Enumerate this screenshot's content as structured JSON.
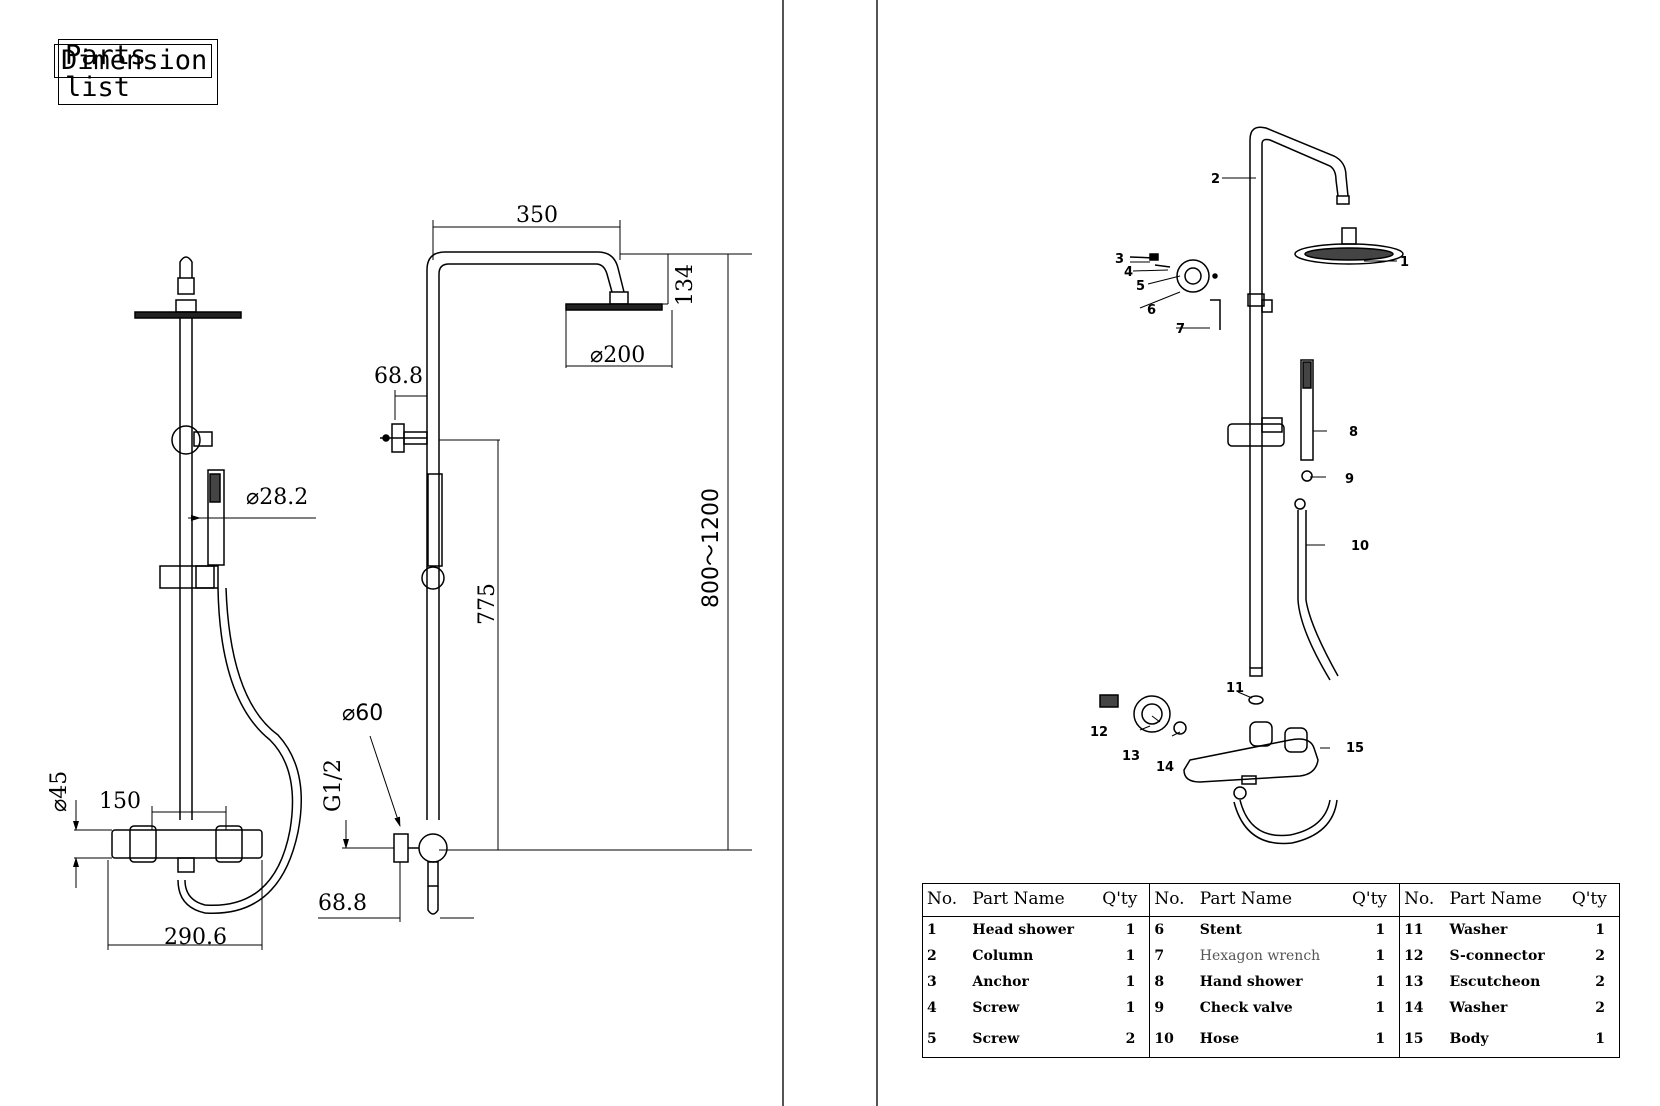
{
  "dimension_page": {
    "title": "Dimension",
    "labels": {
      "rail_width": "350",
      "head_drop": "134",
      "head_diameter": "⌀200",
      "wall_offset_top": "68.8",
      "hand_shower_diameter": "⌀28.2",
      "slide_rail_length": "775",
      "height_range": "800～1200",
      "escutcheon_diameter": "⌀60",
      "thread": "G1/2",
      "valve_diameter": "⌀45",
      "centres": "150",
      "wall_offset_bottom": "68.8",
      "body_length": "290.6"
    }
  },
  "parts_page": {
    "title": "Parts list",
    "callouts": [
      "1",
      "2",
      "3",
      "4",
      "5",
      "6",
      "7",
      "8",
      "9",
      "10",
      "11",
      "12",
      "13",
      "14",
      "15"
    ],
    "table": {
      "headers": [
        "No.",
        "Part Name",
        "Q'ty"
      ],
      "columns": [
        [
          {
            "no": "1",
            "name": "Head shower",
            "qty": "1"
          },
          {
            "no": "2",
            "name": "Column",
            "qty": "1"
          },
          {
            "no": "3",
            "name": "Anchor",
            "qty": "1"
          },
          {
            "no": "4",
            "name": "Screw",
            "qty": "1"
          },
          {
            "no": "5",
            "name": "Screw",
            "qty": "2"
          }
        ],
        [
          {
            "no": "6",
            "name": "Stent",
            "qty": "1"
          },
          {
            "no": "7",
            "name": "Hexagon wrench",
            "qty": "1"
          },
          {
            "no": "8",
            "name": "Hand shower",
            "qty": "1"
          },
          {
            "no": "9",
            "name": "Check valve",
            "qty": "1"
          },
          {
            "no": "10",
            "name": "Hose",
            "qty": "1"
          }
        ],
        [
          {
            "no": "11",
            "name": "Washer",
            "qty": "1"
          },
          {
            "no": "12",
            "name": "S-connector",
            "qty": "2"
          },
          {
            "no": "13",
            "name": "Escutcheon",
            "qty": "2"
          },
          {
            "no": "14",
            "name": "Washer",
            "qty": "2"
          },
          {
            "no": "15",
            "name": "Body",
            "qty": "1"
          }
        ]
      ]
    }
  }
}
